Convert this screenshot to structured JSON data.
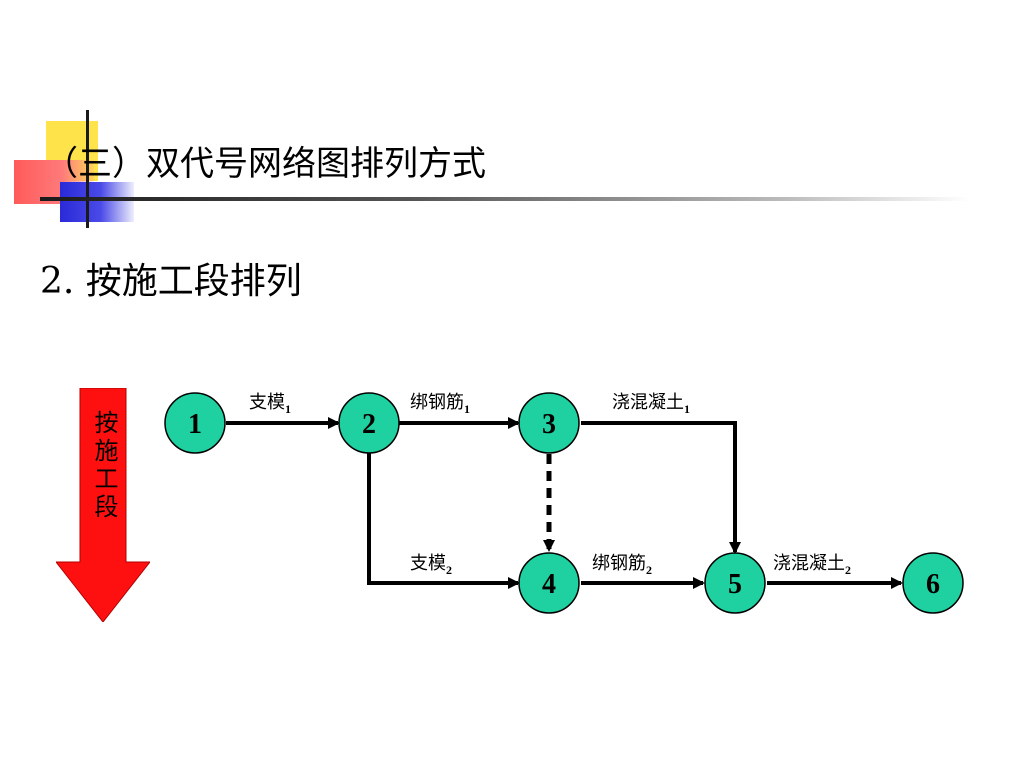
{
  "title": "（三）双代号网络图排列方式",
  "subtitle": "2. 按施工段排列",
  "side_arrow_label": "按施工段",
  "colors": {
    "node_fill": "#1fd1a0",
    "arrow_red": "#ff1010",
    "line": "#000000"
  },
  "nodes": [
    {
      "id": "1",
      "label": "1"
    },
    {
      "id": "2",
      "label": "2"
    },
    {
      "id": "3",
      "label": "3"
    },
    {
      "id": "4",
      "label": "4"
    },
    {
      "id": "5",
      "label": "5"
    },
    {
      "id": "6",
      "label": "6"
    }
  ],
  "edges": [
    {
      "from": "1",
      "to": "2",
      "label": "支模",
      "sub": "1",
      "dashed": false
    },
    {
      "from": "2",
      "to": "3",
      "label": "绑钢筋",
      "sub": "1",
      "dashed": false
    },
    {
      "from": "3",
      "to": "5",
      "label": "浇混凝土",
      "sub": "1",
      "dashed": false
    },
    {
      "from": "2",
      "to": "4",
      "label": "支模",
      "sub": "2",
      "dashed": false
    },
    {
      "from": "3",
      "to": "4",
      "label": "",
      "sub": "",
      "dashed": true
    },
    {
      "from": "4",
      "to": "5",
      "label": "绑钢筋",
      "sub": "2",
      "dashed": false
    },
    {
      "from": "5",
      "to": "6",
      "label": "浇混凝土",
      "sub": "2",
      "dashed": false
    }
  ]
}
